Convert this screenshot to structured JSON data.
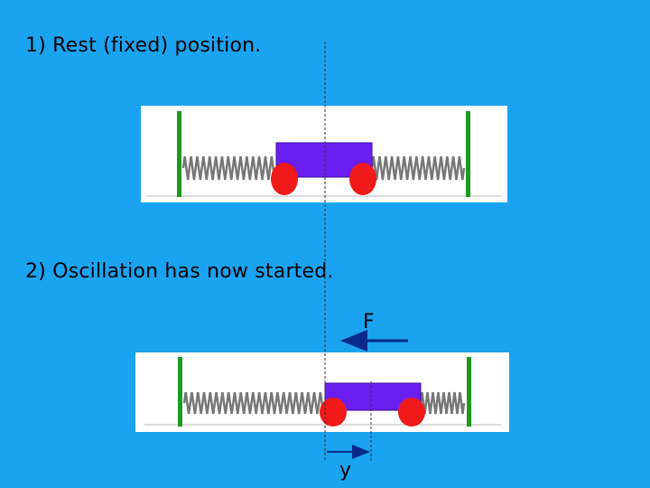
{
  "captions": {
    "rest": "1) Rest (fixed) position.",
    "oscillation": "2) Oscillation has now started."
  },
  "labels": {
    "force": "F",
    "displacement": "y"
  },
  "colors": {
    "background": "#1aa3f0",
    "panel": "#ffffff",
    "wall": "#1e9a1e",
    "spring": "#777777",
    "cart": "#6b1ef0",
    "wheel": "#f01a1a",
    "arrow": "#0a2a8c"
  }
}
